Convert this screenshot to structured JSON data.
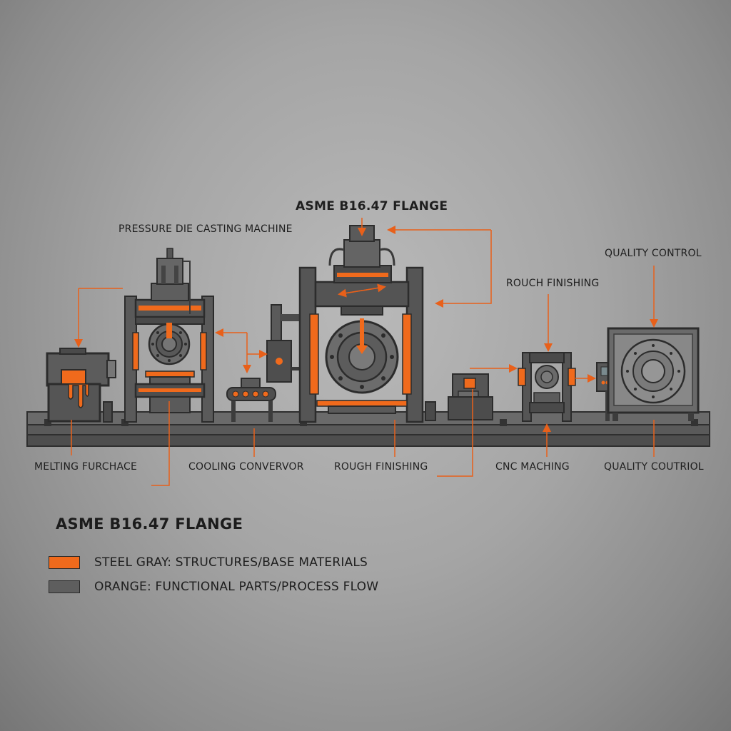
{
  "colors": {
    "steel": "#5a5a5a",
    "steel_dark": "#3d3d3d",
    "orange": "#f06a1c",
    "background": "#a8a8a8"
  },
  "labels": {
    "top_center": "ASME B16.47 FLANGE",
    "pressure_die_casting": "PRESSURE DIE CASTING MACHINE",
    "rouch_finishing": "ROUCH FINISHING",
    "quality_control_top": "QUALITY CONTROL",
    "melting_furnace": "MELTING FURCHACE",
    "cooling_conveyor": "COOLING CONVERVOR",
    "rough_finishing": "ROUGH FINISHING",
    "cnc_machining": "CNC MACHING",
    "quality_control_bottom": "QUALITY COUTRIOL"
  },
  "legend": {
    "title": "ASME B16.47 FLANGE",
    "items": [
      {
        "label": "STEEL GRAY: STRUCTURES/BASE MATERIALS",
        "swatch": "#f06a1c",
        "icon": "orange-swatch"
      },
      {
        "label": "ORANGE: FUNCTIONAL PARTS/PROCESS FLOW",
        "swatch": "#5e5e5e",
        "icon": "gray-swatch"
      }
    ]
  }
}
